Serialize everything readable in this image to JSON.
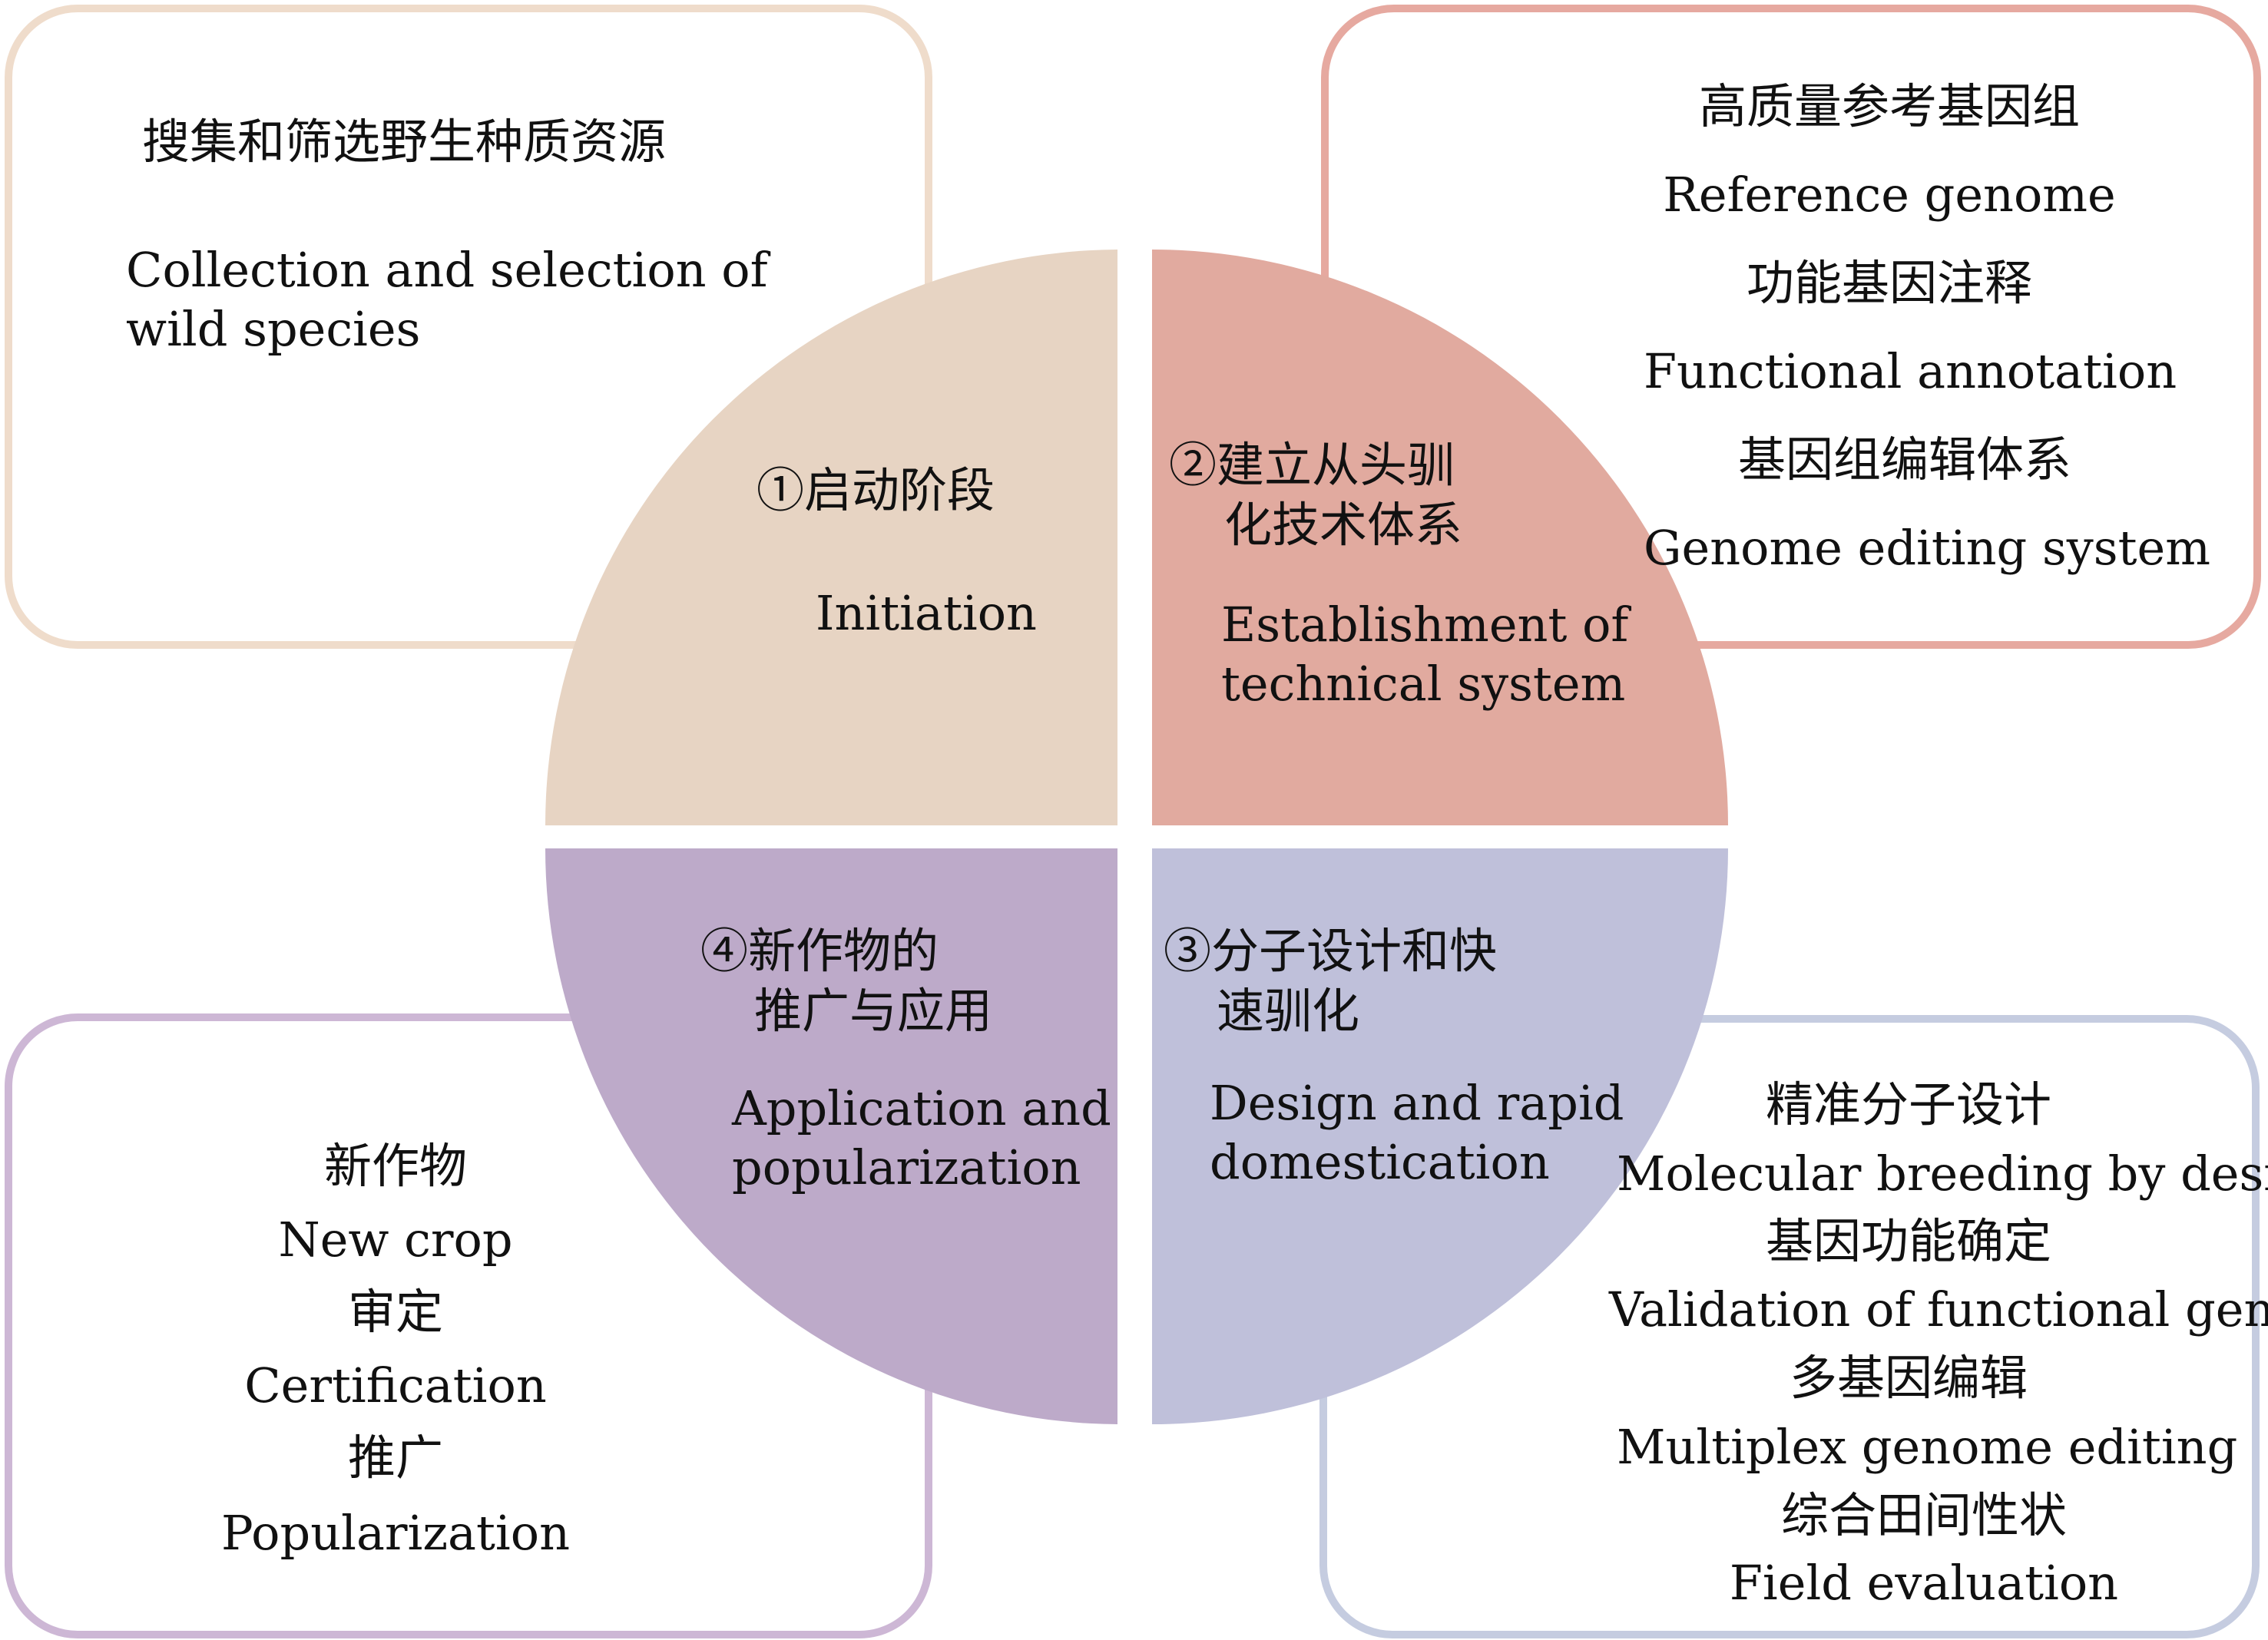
{
  "colors": {
    "q1": "#e7d4c3",
    "q2": "#e1aa9f",
    "q3": "#bfc0da",
    "q4": "#bdaac9",
    "box_tl": "#efdccb",
    "box_tr": "#e6a9a0",
    "box_bl": "#cdb7d5",
    "box_br": "#c5cce0"
  },
  "quadrants": {
    "q1": {
      "zh": "①启动阶段",
      "en": "Initiation"
    },
    "q2": {
      "zh_1": "②建立从头驯",
      "zh_2": "化技术体系",
      "en_1": "Establishment of",
      "en_2": "technical system"
    },
    "q3": {
      "zh_1": "③分子设计和快",
      "zh_2": "速驯化",
      "en_1": "Design and rapid",
      "en_2": "domestication"
    },
    "q4": {
      "zh_1": "④新作物的",
      "zh_2": "推广与应用",
      "en_1": "Application and",
      "en_2": "popularization"
    }
  },
  "boxes": {
    "top_left": {
      "zh": "搜集和筛选野生种质资源",
      "en_1": "Collection and selection of",
      "en_2": "wild species"
    },
    "top_right": [
      "高质量参考基因组",
      "Reference genome",
      "功能基因注释",
      "Functional annotation",
      "基因组编辑体系",
      "Genome editing system"
    ],
    "bottom_left": [
      "新作物",
      "New crop",
      "审定",
      "Certification",
      "推广",
      "Popularization"
    ],
    "bottom_right": [
      "精准分子设计",
      "Molecular breeding by design",
      "基因功能确定",
      "Validation of functional genes",
      "多基因编辑",
      "Multiplex genome editing",
      "综合田间性状",
      "Field evaluation"
    ]
  }
}
